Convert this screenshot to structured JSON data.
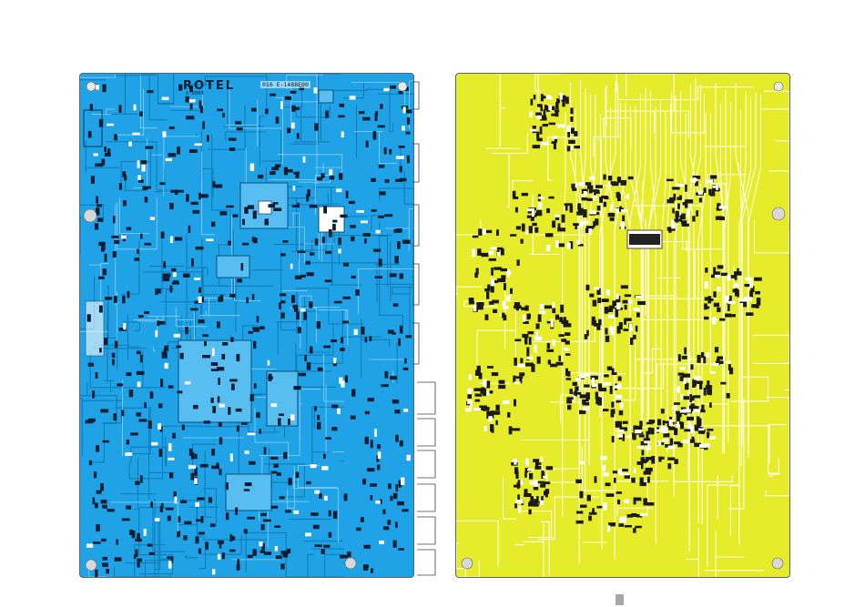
{
  "board_left": {
    "brand": "ROTEL",
    "code": "016 E-1488E00",
    "year": "© 2005",
    "color": "#1fa2e6"
  },
  "board_right": {
    "color": "#e6ec2a"
  }
}
